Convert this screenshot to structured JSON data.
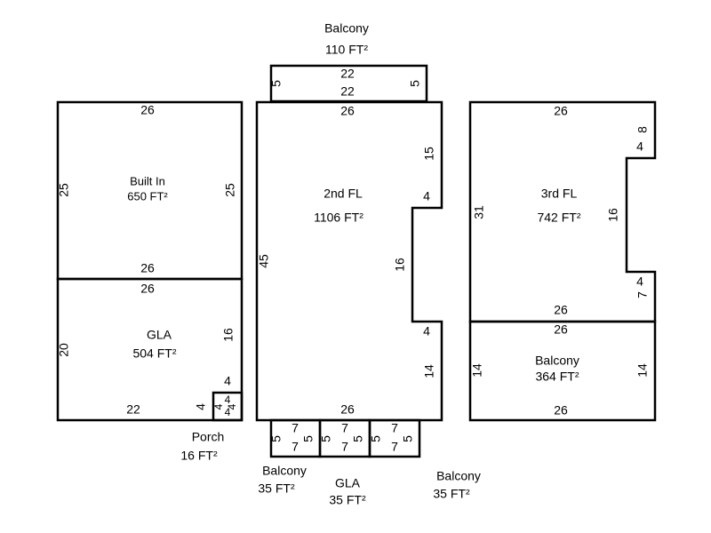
{
  "rooms": {
    "top_balcony": {
      "name": "Balcony",
      "area": "110 FT²",
      "dims": {
        "top": "22",
        "bottom": "22",
        "left": "5",
        "right": "5"
      }
    },
    "built_in": {
      "name": "Built In",
      "area": "650 FT²",
      "dims": {
        "top": "26",
        "bottom": "26",
        "left": "25",
        "right": "25"
      }
    },
    "gla_1": {
      "name": "GLA",
      "area": "504 FT²",
      "dims": {
        "top": "26",
        "left": "20",
        "right": "16",
        "notch_top": "4",
        "bottom": "22",
        "notch_left": "4"
      }
    },
    "porch": {
      "name": "Porch",
      "area": "16 FT²",
      "dims": {
        "top": "4",
        "bottom": "4",
        "left": "4",
        "right": "4"
      }
    },
    "second_fl": {
      "name": "2nd FL",
      "area": "1106 FT²",
      "dims": {
        "top": "26",
        "right_upper": "15",
        "notch_upper": "4",
        "notch_depth": "16",
        "notch_lower": "4",
        "right_lower": "14",
        "left": "45",
        "bottom": "26"
      }
    },
    "bottom_balcony_1": {
      "name": "Balcony",
      "area": "35 FT²",
      "dims": {
        "top": "7",
        "bottom": "7",
        "left": "5",
        "right": "5"
      }
    },
    "bottom_gla": {
      "name": "GLA",
      "area": "35 FT²",
      "dims": {
        "top": "7",
        "bottom": "7",
        "left": "5",
        "right": "5"
      }
    },
    "bottom_balcony_2": {
      "name": "Balcony",
      "area": "35 FT²",
      "dims": {
        "top": "7",
        "bottom": "7",
        "left": "5",
        "right": "5"
      }
    },
    "third_fl": {
      "name": "3rd FL",
      "area": "742 FT²",
      "dims": {
        "top": "26",
        "right_upper": "8",
        "notch_upper": "4",
        "notch_depth": "16",
        "notch_lower": "4",
        "right_lower": "7",
        "left": "31",
        "bottom": "26"
      }
    },
    "side_balcony": {
      "name": "Balcony",
      "area": "364 FT²",
      "dims": {
        "top": "26",
        "bottom": "26",
        "left": "14",
        "right": "14"
      }
    }
  }
}
